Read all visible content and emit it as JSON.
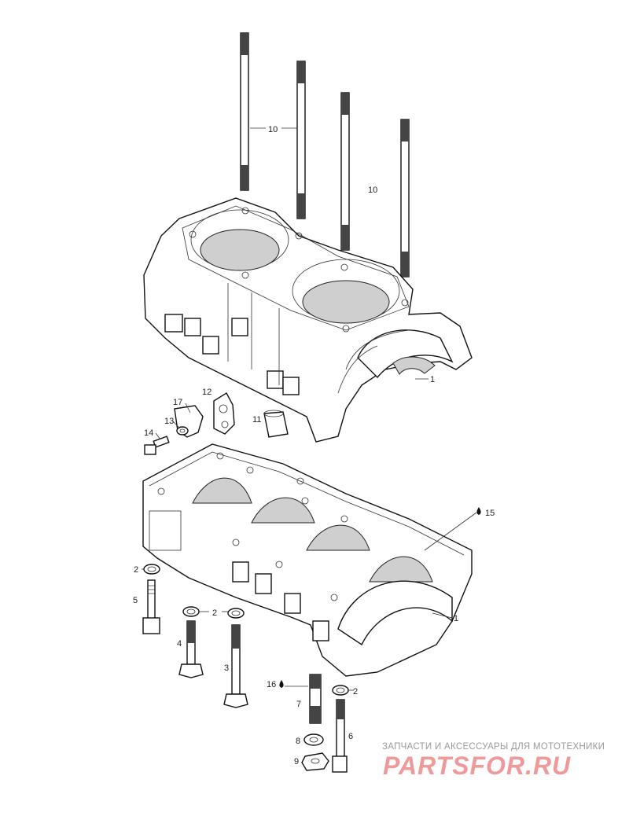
{
  "callouts": {
    "c10a": "10",
    "c10b": "10",
    "c1a": "1",
    "c12": "12",
    "c17": "17",
    "c13": "13",
    "c11": "11",
    "c14": "14",
    "c15": "15",
    "c2a": "2",
    "c5": "5",
    "c2b": "2",
    "c4": "4",
    "c3": "3",
    "c1b": "1",
    "c16": "16",
    "c7": "7",
    "c2c": "2",
    "c6": "6",
    "c8": "8",
    "c9": "9"
  },
  "watermark": {
    "subtitle": "ЗАПЧАСТИ И АКСЕССУАРЫ ДЛЯ МОТОТЕХНИКИ",
    "logo": "PARTSFOR.RU"
  }
}
